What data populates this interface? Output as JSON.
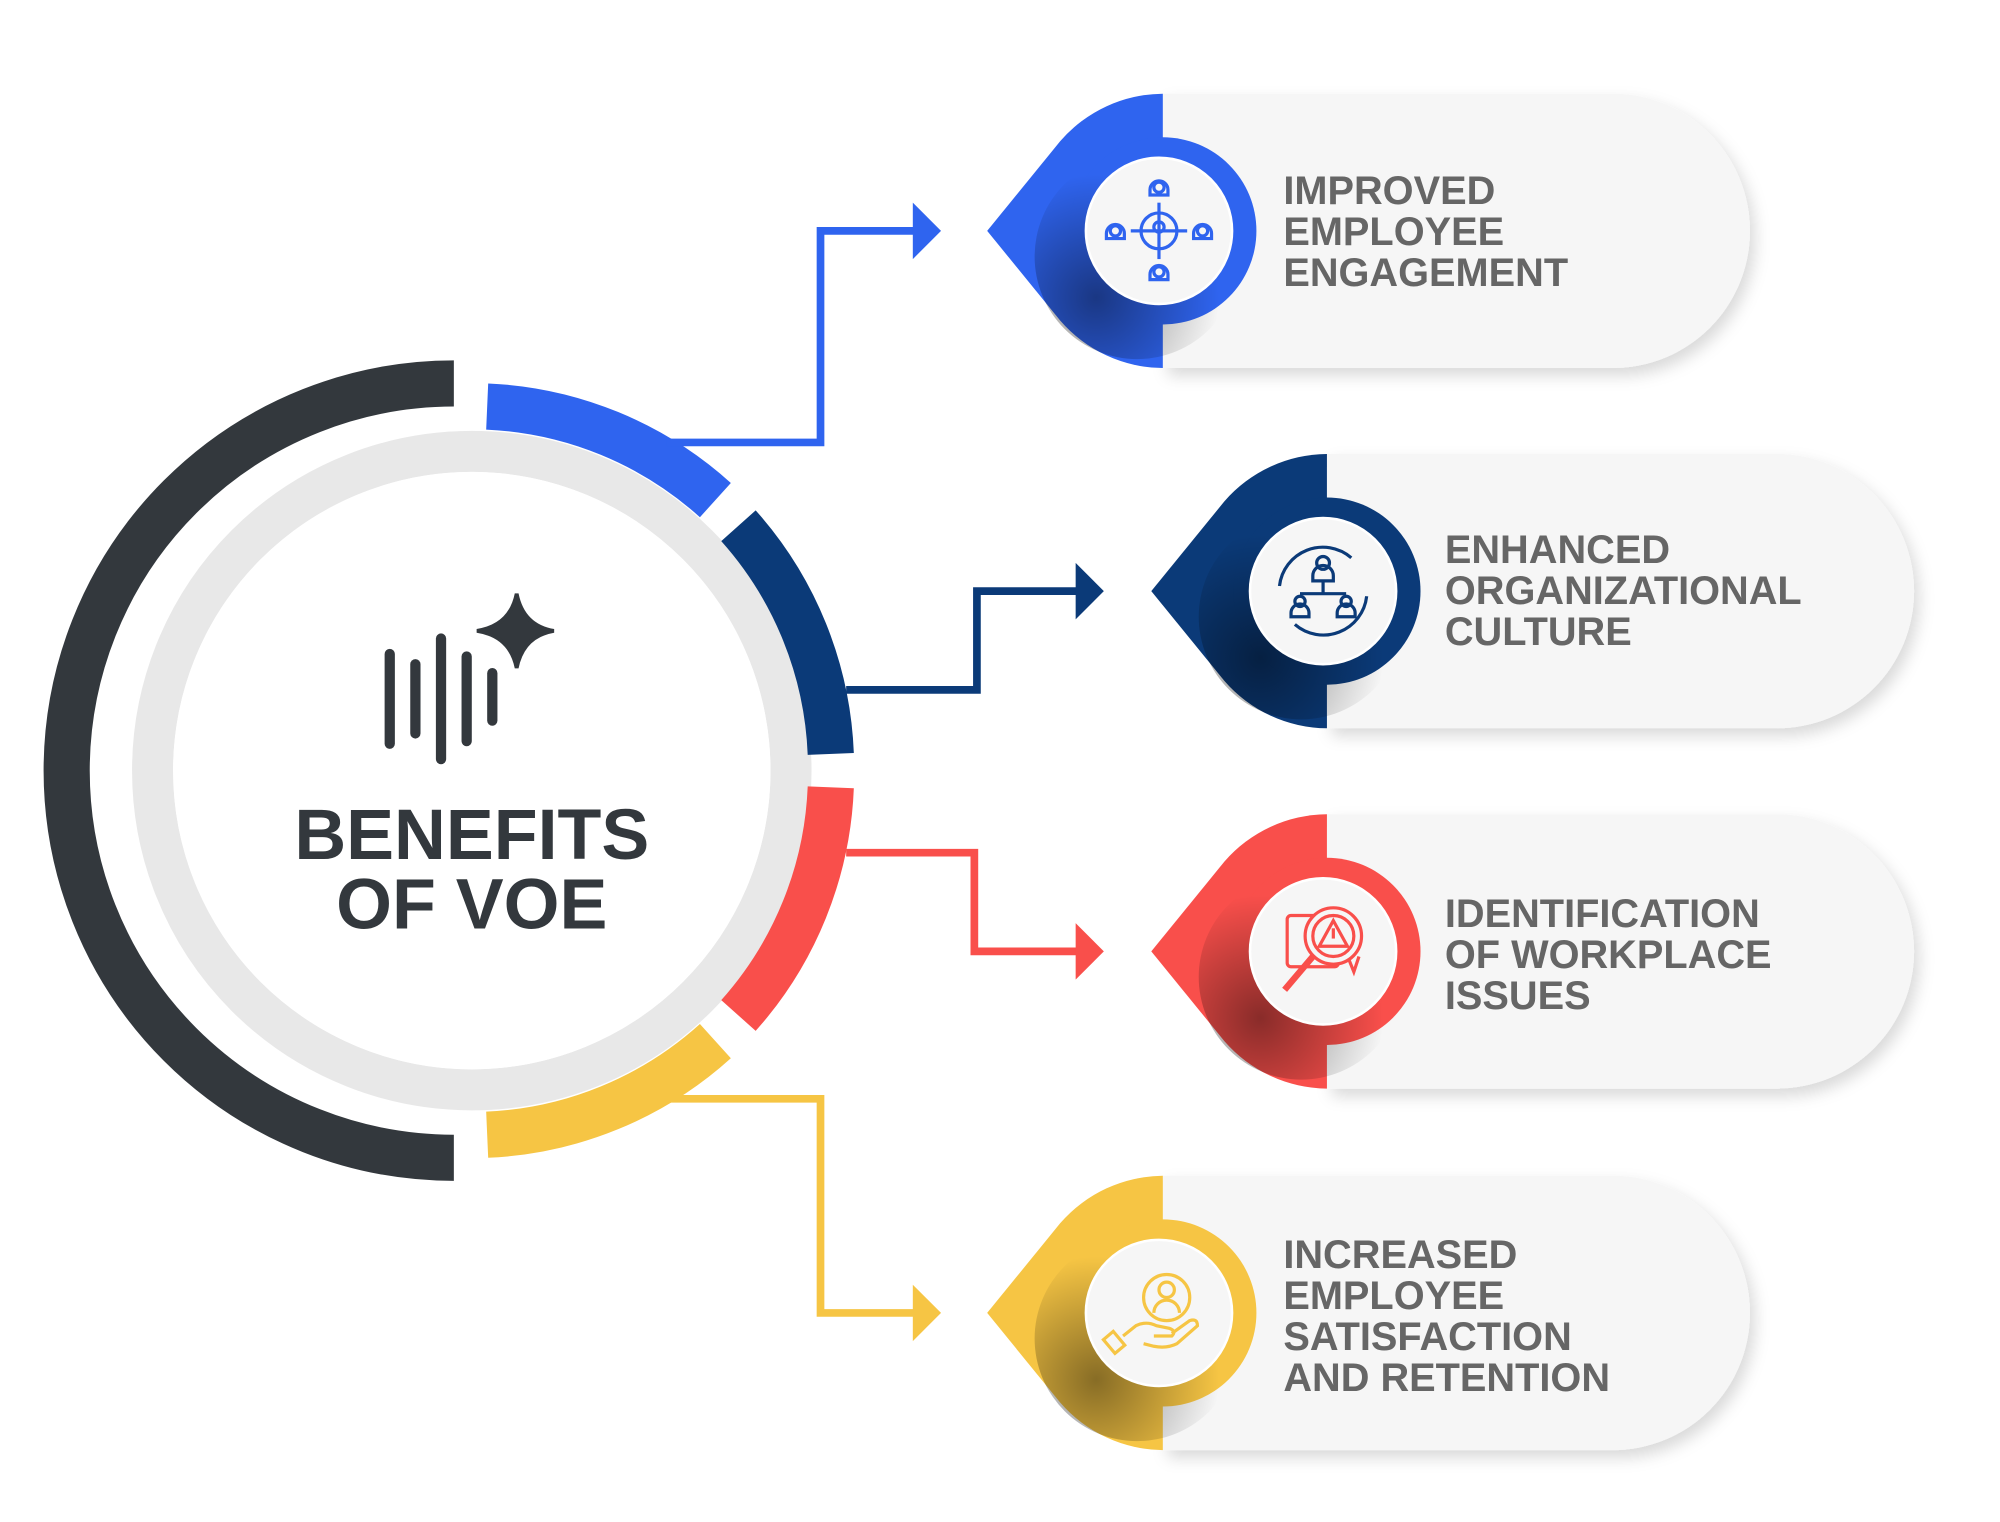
{
  "title": {
    "line1": "BENEFITS",
    "line2": "OF VOE"
  },
  "colors": {
    "dark": "#33383d",
    "blue": "#2f64ef",
    "navy": "#0b3a78",
    "red": "#f94f4b",
    "yellow": "#f6c544",
    "card": "#f6f6f6",
    "ring": "#e8e8e8",
    "text": "#666666"
  },
  "center_icon": "sound-wave-sparkle-icon",
  "benefits": [
    {
      "lines": [
        "IMPROVED",
        "EMPLOYEE",
        "ENGAGEMENT"
      ],
      "icon": "people-target-icon",
      "color": "#2f64ef"
    },
    {
      "lines": [
        "ENHANCED",
        "ORGANIZATIONAL",
        "CULTURE"
      ],
      "icon": "team-cycle-icon",
      "color": "#0b3a78"
    },
    {
      "lines": [
        "IDENTIFICATION",
        "OF WORKPLACE",
        "ISSUES"
      ],
      "icon": "magnifier-warning-icon",
      "color": "#f94f4b"
    },
    {
      "lines": [
        "INCREASED",
        "EMPLOYEE",
        "SATISFACTION",
        "AND RETENTION"
      ],
      "icon": "hand-person-icon",
      "color": "#f6c544"
    }
  ]
}
